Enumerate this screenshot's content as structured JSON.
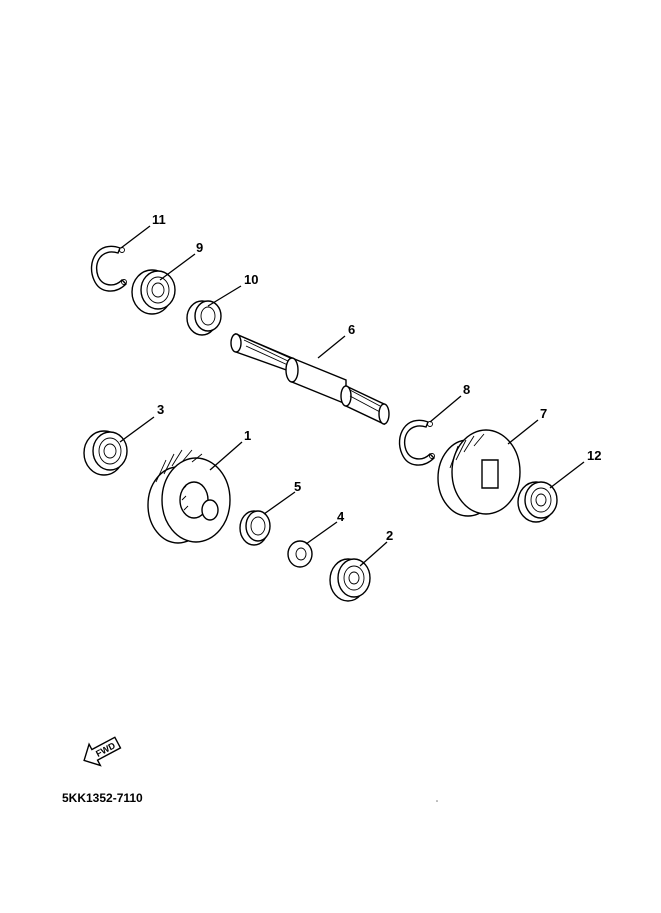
{
  "diagram": {
    "callouts": [
      {
        "id": "11",
        "label": "11"
      },
      {
        "id": "9",
        "label": "9"
      },
      {
        "id": "10",
        "label": "10"
      },
      {
        "id": "6",
        "label": "6"
      },
      {
        "id": "3",
        "label": "3"
      },
      {
        "id": "1",
        "label": "1"
      },
      {
        "id": "8",
        "label": "8"
      },
      {
        "id": "7",
        "label": "7"
      },
      {
        "id": "12",
        "label": "12"
      },
      {
        "id": "5",
        "label": "5"
      },
      {
        "id": "4",
        "label": "4"
      },
      {
        "id": "2",
        "label": "2"
      }
    ],
    "fwd_label": "FWD",
    "part_code": "5KK1352-7110"
  }
}
